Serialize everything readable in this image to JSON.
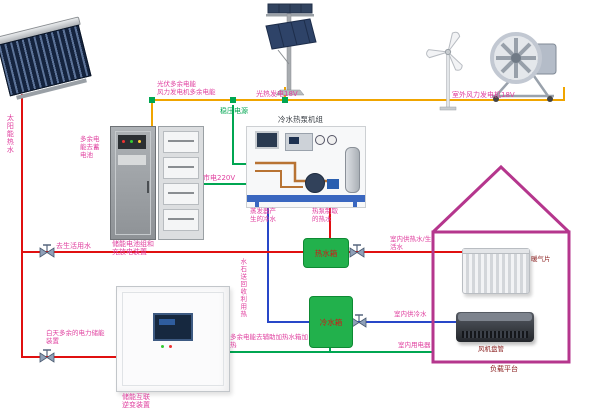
{
  "labels": {
    "solar_hot_water": "太阳能热水",
    "surplus_pv": "光伏多余电能",
    "surplus_wind": "风力发电机多余电能",
    "pv_power": "光热发电18V",
    "wind_power": "室外风力发电机18V",
    "regulator": "稳压电源",
    "heat_pump_title": "冷水热泵机组",
    "mains": "市电220V",
    "to_battery": "多余电能去蓄电池",
    "battery_caption": "储能电池组和充放电装置",
    "evap_cold": "蒸发器产生的冷水",
    "hp_hot": "热泵制取的热水",
    "hot_tank": "热水箱",
    "cold_tank": "冷水箱",
    "to_domestic": "去生活用水",
    "day_surplus": "白天多余的电力储能装置",
    "inverter_caption": "储能互联逆变装置",
    "recycle_heat": "水石送回收利用热",
    "aux_heat": "多余电能去辅助加热水箱加热",
    "indoor_hot": "室内供热水/生活水",
    "indoor_cold": "室内供冷水",
    "indoor_elec": "室内用电器",
    "radiator": "暖气片",
    "fan_coil": "风机盘管",
    "load_platform": "负载平台"
  },
  "icons": {
    "valve": "pipe-valve-icon",
    "junction": "junction-node"
  },
  "colors": {
    "pipe_hot": "#e01010",
    "pipe_cold": "#2847c8",
    "pipe_electric": "#00a651",
    "pipe_renewable": "#f0a500",
    "house_outline": "#b5368d",
    "label_pink": "#e0409f",
    "label_dark_red": "#8b2020",
    "tank_green": "#22b14c"
  }
}
